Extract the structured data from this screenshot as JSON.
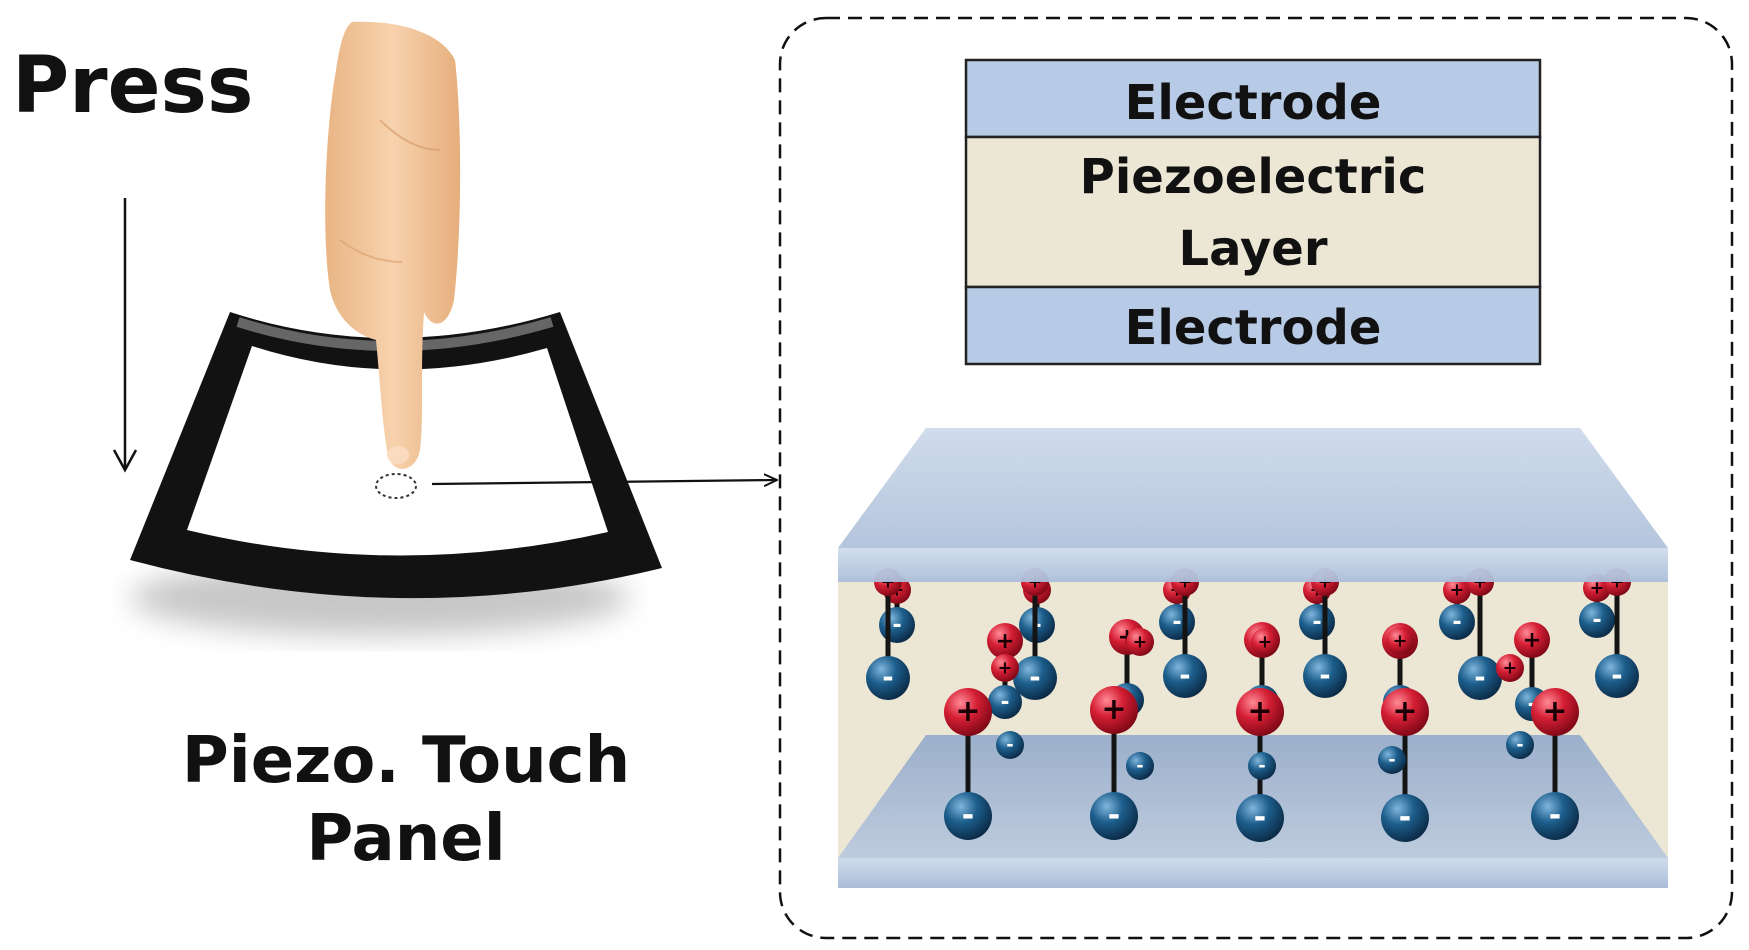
{
  "labels": {
    "press": "Press",
    "panel_line1": "Piezo. Touch",
    "panel_line2": "Panel"
  },
  "stack": {
    "top_electrode": "Electrode",
    "piezo_line1": "Piezoelectric",
    "piezo_line2": "Layer",
    "bottom_electrode": "Electrode"
  },
  "charges": {
    "positive": "+",
    "negative": "-"
  },
  "colors": {
    "electrode": "#b8cbe6",
    "piezo_layer": "#ece6d4",
    "positive_charge": "#d01c30",
    "negative_charge": "#1b5a86",
    "plate": "#a9bcd9",
    "skin": "#f2c79b",
    "panel_frame": "#111111"
  }
}
